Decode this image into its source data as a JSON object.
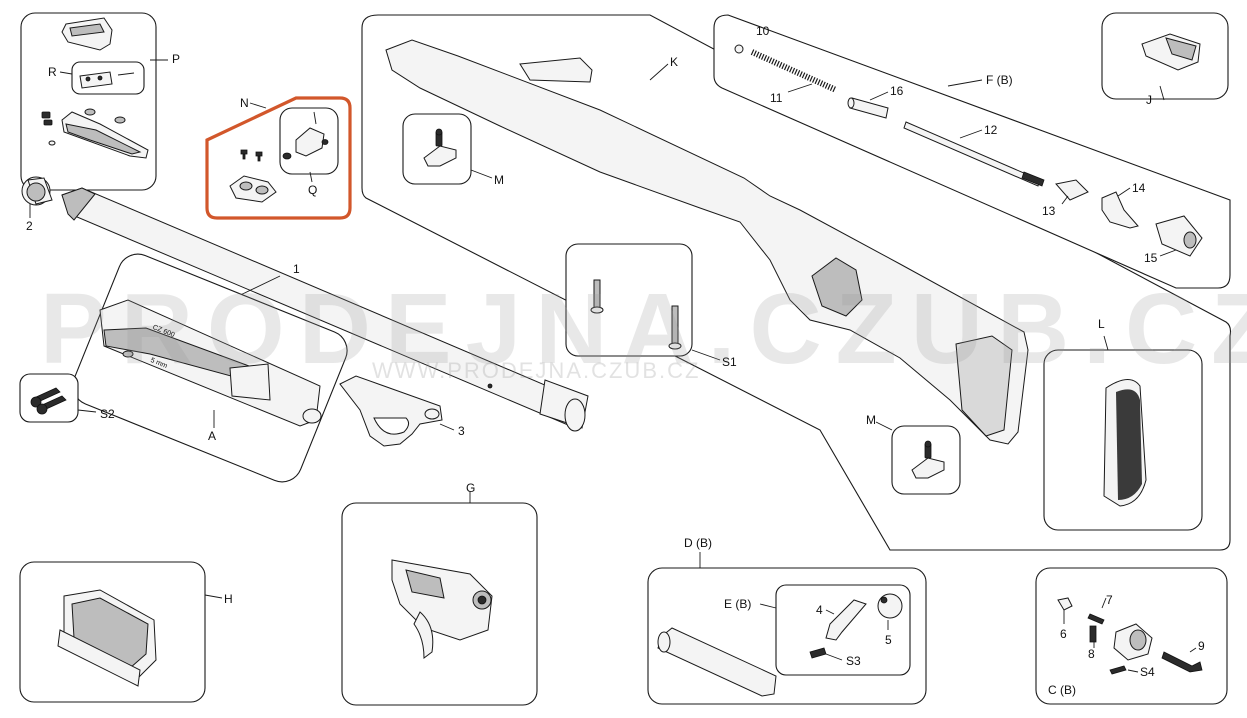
{
  "watermark": {
    "main": "PRODEJNA.CZUB.CZ",
    "sub": "WWW.PRODEJNA.CZUB.CZ"
  },
  "highlight_color": "#d2572b",
  "labels": {
    "P": "P",
    "R": "R",
    "N": "N",
    "Q": "Q",
    "K": "K",
    "M_top": "M",
    "M_bottom": "M",
    "two": "2",
    "one": "1",
    "three": "3",
    "A": "A",
    "S1": "S1",
    "S2": "S2",
    "ten": "10",
    "eleven": "11",
    "sixteen": "16",
    "FB": "F (B)",
    "twelve": "12",
    "J": "J",
    "thirteen": "13",
    "fourteen": "14",
    "fifteen": "15",
    "L": "L",
    "G": "G",
    "H": "H",
    "DB": "D (B)",
    "EB": "E (B)",
    "four": "4",
    "five": "5",
    "S3": "S3",
    "six": "6",
    "seven": "7",
    "eight": "8",
    "nine": "9",
    "S4": "S4",
    "CB": "C (B)"
  },
  "receiver_markings": [
    "CZ 600",
    "5 mm"
  ]
}
